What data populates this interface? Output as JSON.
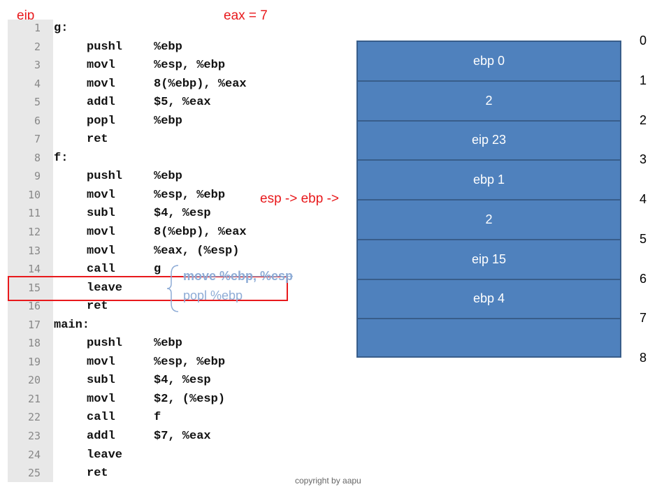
{
  "labels": {
    "eip": "eip",
    "eax": "eax = 7",
    "esp_ebp": "esp -> ebp ->",
    "copyright": "copyright by aapu"
  },
  "code_lines": [
    {
      "n": "1",
      "label": "g:",
      "op": "",
      "arg": ""
    },
    {
      "n": "2",
      "label": "",
      "op": "pushl",
      "arg": "%ebp"
    },
    {
      "n": "3",
      "label": "",
      "op": "movl",
      "arg": "%esp, %ebp"
    },
    {
      "n": "4",
      "label": "",
      "op": "movl",
      "arg": "8(%ebp), %eax"
    },
    {
      "n": "5",
      "label": "",
      "op": "addl",
      "arg": "$5, %eax"
    },
    {
      "n": "6",
      "label": "",
      "op": "popl",
      "arg": "%ebp"
    },
    {
      "n": "7",
      "label": "",
      "op": "ret",
      "arg": ""
    },
    {
      "n": "8",
      "label": "f:",
      "op": "",
      "arg": ""
    },
    {
      "n": "9",
      "label": "",
      "op": "pushl",
      "arg": "%ebp"
    },
    {
      "n": "10",
      "label": "",
      "op": "movl",
      "arg": "%esp, %ebp"
    },
    {
      "n": "11",
      "label": "",
      "op": "subl",
      "arg": "$4, %esp"
    },
    {
      "n": "12",
      "label": "",
      "op": "movl",
      "arg": "8(%ebp), %eax"
    },
    {
      "n": "13",
      "label": "",
      "op": "movl",
      "arg": "%eax, (%esp)"
    },
    {
      "n": "14",
      "label": "",
      "op": "call",
      "arg": "g"
    },
    {
      "n": "15",
      "label": "",
      "op": "leave",
      "arg": ""
    },
    {
      "n": "16",
      "label": "",
      "op": "ret",
      "arg": ""
    },
    {
      "n": "17",
      "label": "main:",
      "op": "",
      "arg": ""
    },
    {
      "n": "18",
      "label": "",
      "op": "pushl",
      "arg": "%ebp"
    },
    {
      "n": "19",
      "label": "",
      "op": "movl",
      "arg": "%esp, %ebp"
    },
    {
      "n": "20",
      "label": "",
      "op": "subl",
      "arg": "$4, %esp"
    },
    {
      "n": "21",
      "label": "",
      "op": "movl",
      "arg": "$2, (%esp)"
    },
    {
      "n": "22",
      "label": "",
      "op": "call",
      "arg": "f"
    },
    {
      "n": "23",
      "label": "",
      "op": "addl",
      "arg": "$7, %eax"
    },
    {
      "n": "24",
      "label": "",
      "op": "leave",
      "arg": ""
    },
    {
      "n": "25",
      "label": "",
      "op": "ret",
      "arg": ""
    }
  ],
  "highlighted_line": "15",
  "leave_expansion": [
    "move %ebp, %esp",
    "popl %ebp"
  ],
  "stack_cells": [
    "ebp 0",
    "2",
    "eip 23",
    "ebp 1",
    "2",
    "eip 15",
    "ebp 4",
    ""
  ],
  "addresses": [
    "0",
    "1",
    "2",
    "3",
    "4",
    "5",
    "6",
    "7",
    "8"
  ],
  "colors": {
    "accent_red": "#e8191c",
    "stack_fill": "#4f81bd",
    "stack_border": "#385d8a",
    "note_blue": "#8eacd6",
    "gutter": "#e8e8e8"
  }
}
